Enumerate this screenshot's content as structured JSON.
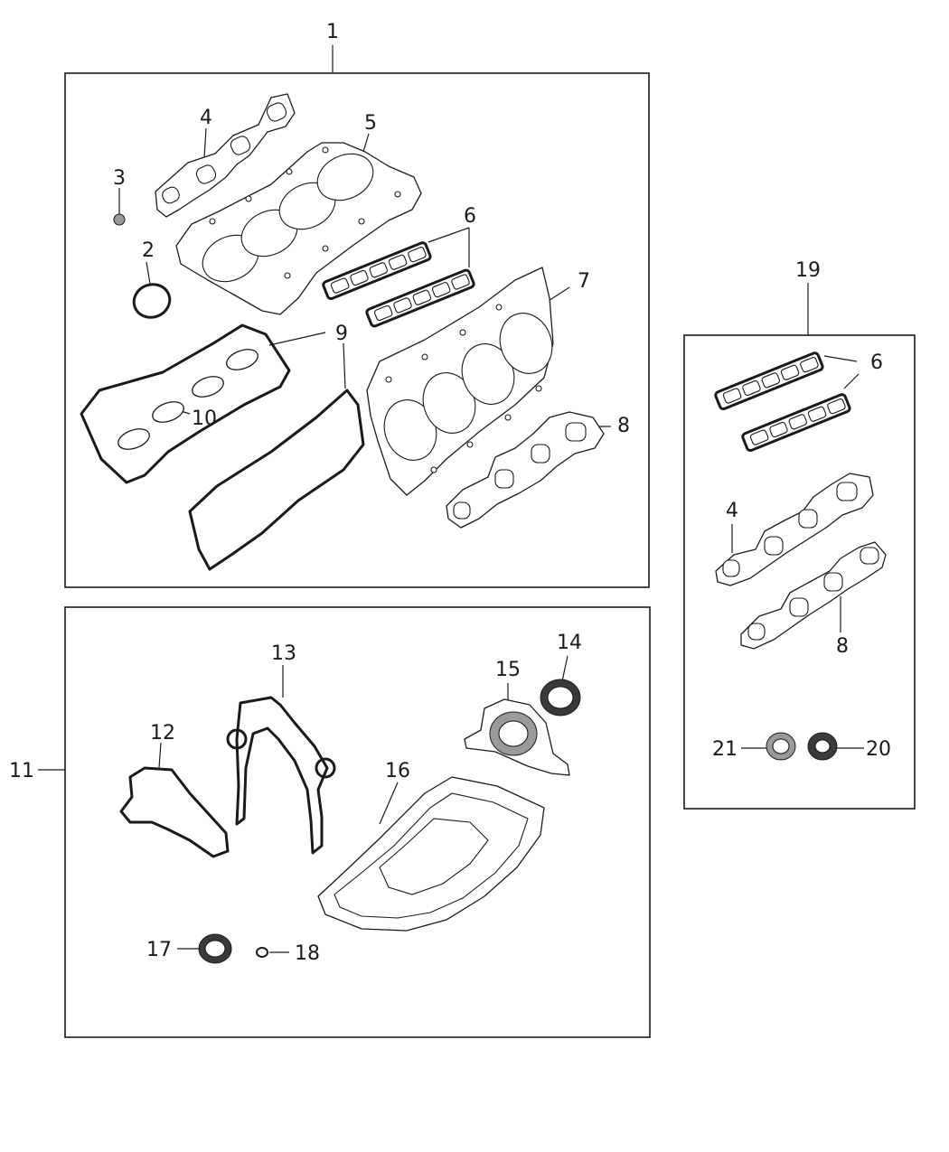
{
  "callouts": {
    "c1": "1",
    "c2": "2",
    "c3": "3",
    "c4": "4",
    "c5": "5",
    "c6": "6",
    "c7": "7",
    "c8": "8",
    "c9": "9",
    "c10": "10",
    "c11": "11",
    "c12": "12",
    "c13": "13",
    "c14": "14",
    "c15": "15",
    "c16": "16",
    "c17": "17",
    "c18": "18",
    "c19": "19",
    "c20": "20",
    "c21": "21",
    "c6b": "6",
    "c4b": "4",
    "c8b": "8"
  }
}
